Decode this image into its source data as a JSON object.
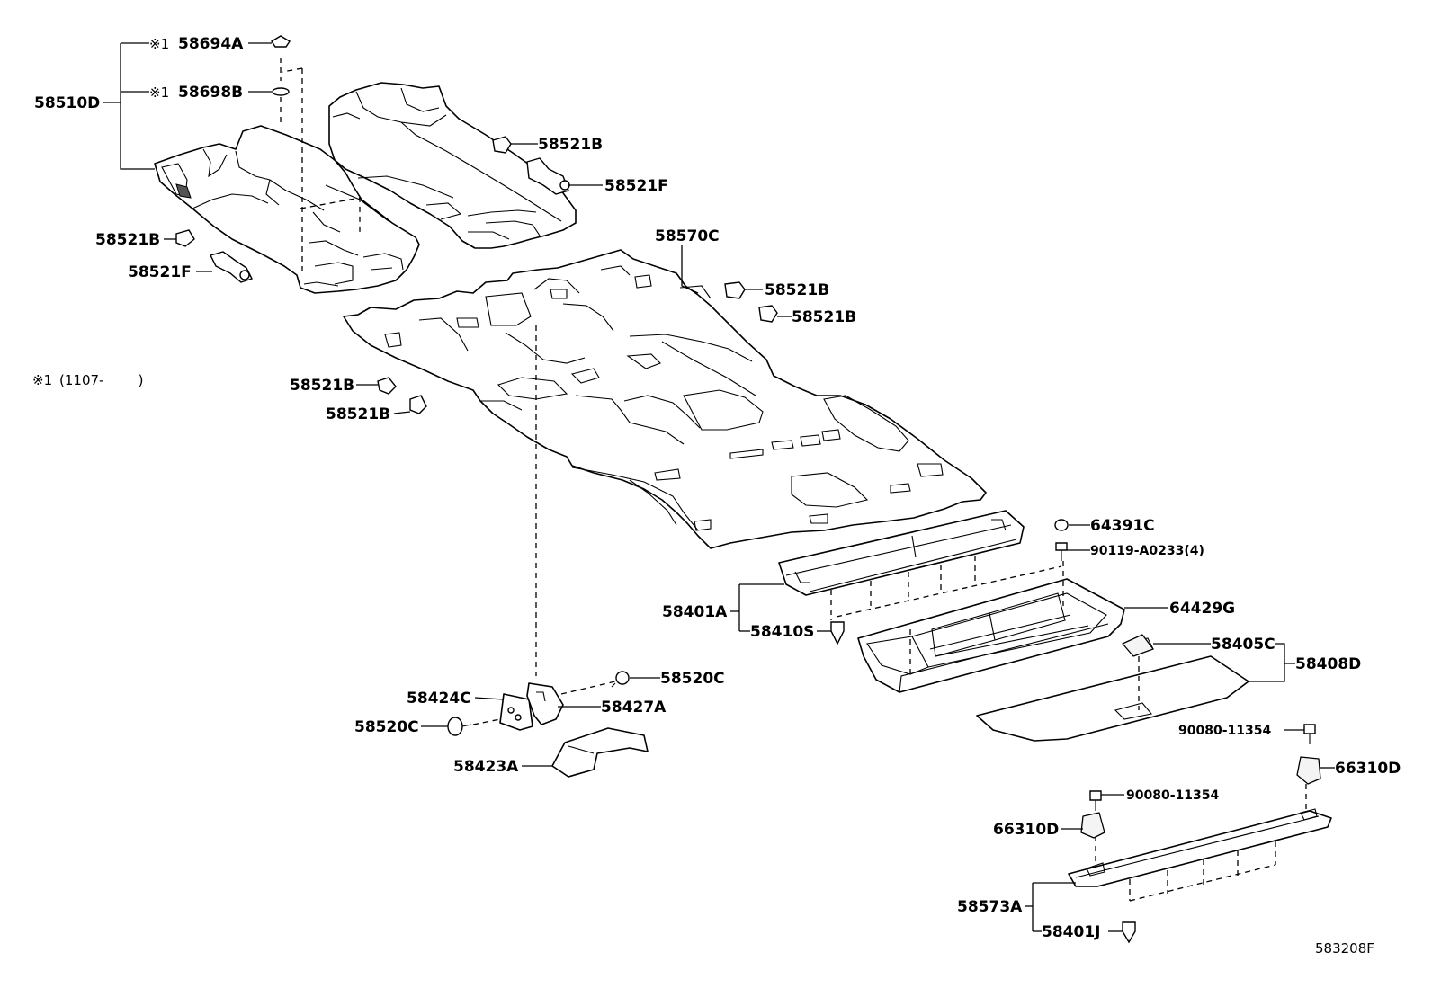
{
  "diagram_code": "583208F",
  "note": {
    "mark": "※1",
    "range": "(1107-        )"
  },
  "labels": {
    "58694A": "58694A",
    "58698B": "58698B",
    "58510D": "58510D",
    "58521B_top": "58521B",
    "58521F_top": "58521F",
    "58521B_left": "58521B",
    "58521F_left": "58521F",
    "58570C": "58570C",
    "58521B_r1": "58521B",
    "58521B_r2": "58521B",
    "58521B_m1": "58521B",
    "58521B_m2": "58521B",
    "64391C": "64391C",
    "90119-A0233": "90119-A0233(4)",
    "58401A": "58401A",
    "64429G": "64429G",
    "58410S": "58410S",
    "58405C": "58405C",
    "58408D": "58408D",
    "58520C_r": "58520C",
    "58424C": "58424C",
    "58427A": "58427A",
    "58520C_l": "58520C",
    "58423A": "58423A",
    "90080-11354_r": "90080-11354",
    "66310D_r": "66310D",
    "90080-11354_l": "90080-11354",
    "66310D_l": "66310D",
    "58573A": "58573A",
    "58401J": "58401J"
  },
  "marks": {
    "58694A": "※1",
    "58698B": "※1"
  }
}
